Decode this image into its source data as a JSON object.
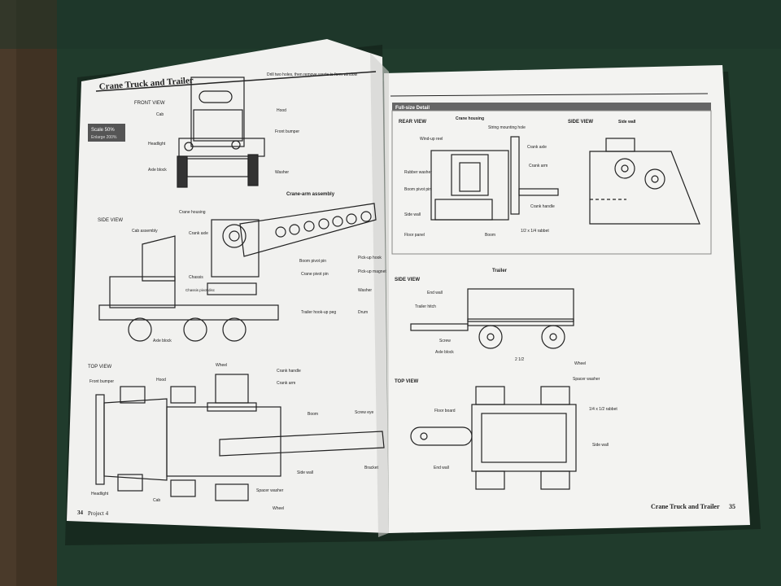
{
  "left_page": {
    "title": "Crane Truck and Trailer",
    "scale_badge": "Scale 50%",
    "scale_badge_sub": "Enlarge 200%",
    "page_number": "34",
    "footer": "Project 4",
    "front_view": {
      "title": "FRONT VIEW",
      "labels": [
        "Cab",
        "Hood",
        "Headlight",
        "Front bumper",
        "Axle block",
        "Washer"
      ],
      "note": "Drill two holes, then remove waste to form window"
    },
    "side_view": {
      "title": "SIDE VIEW",
      "labels": [
        "Cab assembly",
        "Crane housing",
        "Crank axle",
        "Boom pivot pin",
        "Crane pivot pin",
        "Chassis",
        "Chassis pivot disc",
        "Trailer hook-up peg",
        "Axle block",
        "Wheel"
      ],
      "crane_arm": "Crane-arm assembly",
      "edge_labels": [
        "Pick-up hook",
        "Pick-up magnet",
        "Washer",
        "Drum"
      ]
    },
    "top_view": {
      "title": "TOP VIEW",
      "labels": [
        "Front bumper",
        "Hood",
        "Crank handle",
        "Crank arm",
        "Boom",
        "Screw eye",
        "Side wall",
        "Spacer washer",
        "Bracket",
        "Headlight",
        "Cab",
        "Wheel"
      ]
    }
  },
  "right_page": {
    "detail_title": "Full-size Detail",
    "rear_view": {
      "title": "REAR VIEW",
      "header": "Crane housing",
      "labels": [
        "String mounting hole",
        "Wind-up reel",
        "Crank axle",
        "Crank arm",
        "Rubber washer",
        "Boom pivot pin",
        "Crank handle",
        "Side wall",
        "Floor panel",
        "Boom",
        "1/2 x 1/4 rabbet"
      ]
    },
    "side_view_top": {
      "title": "SIDE VIEW",
      "header": "Side wall"
    },
    "trailer_label": "Trailer",
    "trailer_side": {
      "title": "SIDE VIEW",
      "labels": [
        "End wall",
        "Trailer hitch",
        "Screw",
        "Axle block",
        "Wheel"
      ],
      "dim": "2 1/2"
    },
    "trailer_top": {
      "title": "TOP VIEW",
      "labels": [
        "Spacer washer",
        "Floor board",
        "1/4 x 1/2 rabbet",
        "Side wall",
        "End wall"
      ]
    },
    "footer": "Crane Truck and Trailer",
    "page_number": "35"
  }
}
